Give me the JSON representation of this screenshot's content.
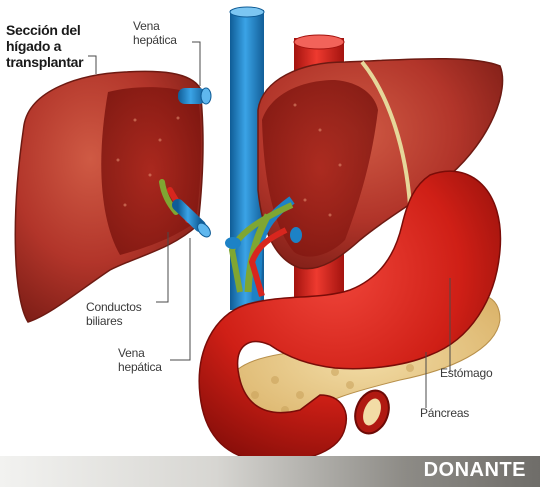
{
  "title": "Sección del\nhígado a\ntransplantar",
  "labels": {
    "vena_hepatica_top": "Vena\nhepática",
    "conductos_biliares": "Conductos\nbiliares",
    "vena_hepatica_bottom": "Vena\nhepática",
    "estomago": "Estómago",
    "pancreas": "Páncreas"
  },
  "footer": "DONANTE",
  "colors": {
    "liver": "#b8392b",
    "liver_dark": "#7e1c14",
    "vein_blue": "#1d82c6",
    "artery_red": "#d8261e",
    "bile_green": "#7fa632",
    "stomach": "#d7231a",
    "pancreas": "#e9c98a"
  }
}
